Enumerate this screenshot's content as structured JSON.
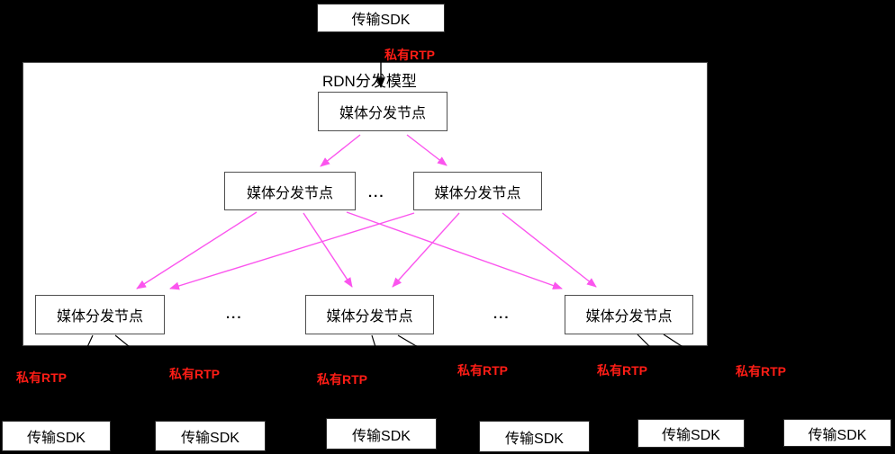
{
  "top": {
    "sdk_label": "传输SDK",
    "rtp_label": "私有RTP"
  },
  "model": {
    "title": "RDN分发模型",
    "root_node": "媒体分发节点",
    "level2": {
      "left": "媒体分发节点",
      "right": "媒体分发节点",
      "ellipsis": "..."
    },
    "level3": {
      "left": "媒体分发节点",
      "middle": "媒体分发节点",
      "right": "媒体分发节点",
      "ellipsis_left": "...",
      "ellipsis_right": "..."
    }
  },
  "bottom": {
    "rtp_labels": [
      "私有RTP",
      "私有RTP",
      "私有RTP",
      "私有RTP",
      "私有RTP",
      "私有RTP"
    ],
    "sdk_boxes": [
      "传输SDK",
      "传输SDK",
      "传输SDK",
      "传输SDK",
      "传输SDK",
      "传输SDK"
    ]
  },
  "colors": {
    "background": "#000000",
    "panel": "#ffffff",
    "arrow_magenta": "#fb55ee",
    "rtp_red": "#ff1d16"
  }
}
